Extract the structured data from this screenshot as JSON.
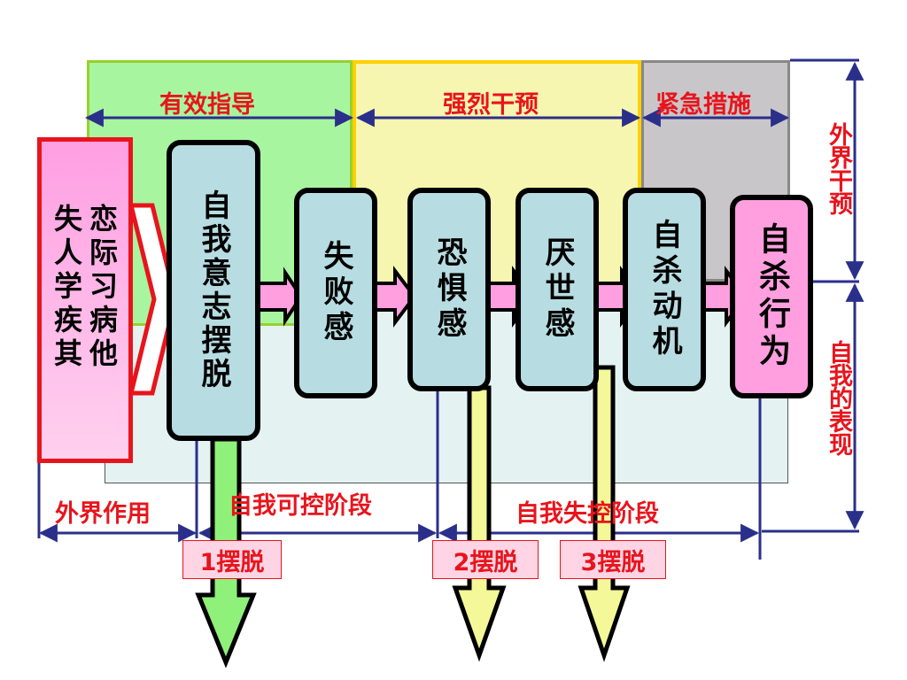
{
  "phases": {
    "effective_guidance": "有效指导",
    "strong_intervention": "强烈干预",
    "emergency_measures": "紧急措施"
  },
  "side": {
    "external_intervention": "外界干预",
    "self_expression": "自我的表现"
  },
  "causes": {
    "col1": "恋际习病他",
    "col2": "失人学疾其"
  },
  "stages": {
    "self_will": "自我意志摆脱",
    "failure": "失败感",
    "fear": "恐惧感",
    "weariness": "厌世感",
    "motive": "自杀动机",
    "behavior": "自杀行为"
  },
  "bottom": {
    "external_effect": "外界作用",
    "controllable": "自我可控阶段",
    "uncontrollable": "自我失控阶段"
  },
  "escape": {
    "one": "1摆脱",
    "two": "2摆脱",
    "three": "3摆脱"
  },
  "colors": {
    "red": "#e8141c",
    "navy": "#2a2f8a",
    "green_zone": "#a8f5a0",
    "yellow_zone": "#f6f6b0",
    "gray_zone": "#c9c6c9",
    "teal_zone": "#e4f2f2",
    "box_fill": "#b7dde2",
    "pink": "#ff9fdf"
  }
}
